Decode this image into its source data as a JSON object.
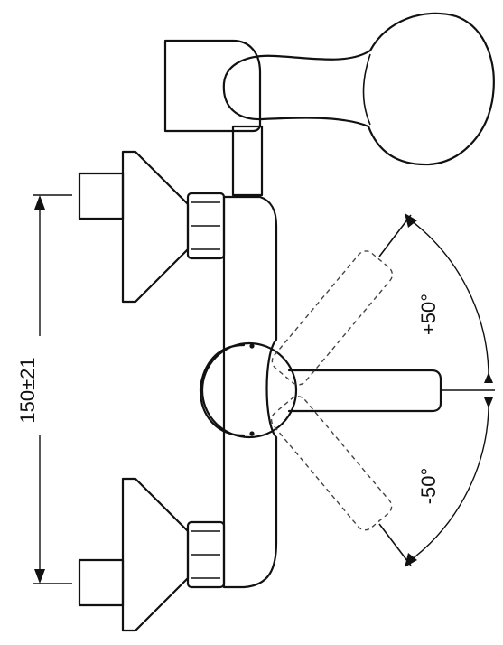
{
  "drawing": {
    "dimension_label": "150±21",
    "angle_plus_label": "+50°",
    "angle_minus_label": "-50°"
  }
}
